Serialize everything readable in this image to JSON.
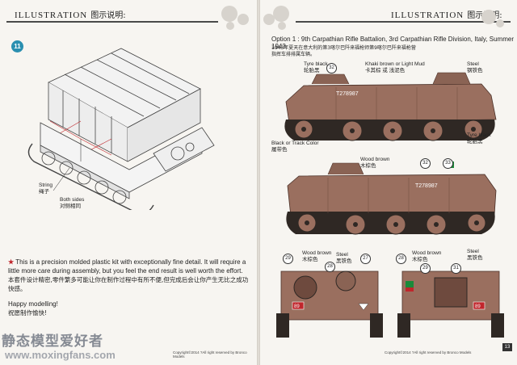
{
  "left_page": {
    "header": {
      "title": "ILLUSTRATION",
      "title_cn": "图示说明:"
    },
    "step_number": "11",
    "callouts": {
      "string": "String",
      "string_cn": "绳子",
      "both_sides": "Both sides",
      "both_sides_cn": "对侧相同"
    },
    "notes": {
      "line1": "This is a precision molded plastic kit with exceptionally fine detail. It will require a little more care during assembly, but you feel the end result is well worth the effort.",
      "line2": "本套件设计精密,零件繁多可能让你在制作过程中有所不便,但完成后会让你产生无比之成功快感。",
      "line3": "Happy modelling!",
      "line4": "祝愿制作愉快!"
    },
    "copyright": "Copyright©2014  ?All right reserved by Bronco Models"
  },
  "right_page": {
    "header": {
      "title": "ILLUSTRATION",
      "title_cn": "图示说明:"
    },
    "option_title": "Option 1 : 9th Carpathian Rifle Battalion, 3rd Carpathian Rifle Division, Italy, Summer 1943.",
    "option_cn_1": "1943年夏天在意大利的第3喀尔巴阡来福枪师第9喀尔巴阡来福枪营",
    "option_cn_2": "指挥车排排属车辆。",
    "vehicle_number": "T278987",
    "callouts": {
      "tyre_black": "Tyre black",
      "tyre_black_cn": "轮胎黑",
      "khaki": "Khaki brown or Light Mud",
      "khaki_cn": "卡其棕 或 浅泥色",
      "steel": "Steel",
      "steel_cn": "钢铁色",
      "tyre_black_2": "Tyre black",
      "tyre_black_2_cn": "轮胎黑",
      "track_color": "Black or Track Color",
      "track_color_cn": "履带色",
      "wood_brown": "Wood brown",
      "wood_brown_cn": "木棕色",
      "wood_brown_a": "Wood brown",
      "wood_brown_a_cn": "木棕色",
      "steel_a": "Steel",
      "steel_a_cn": "黑铁色",
      "wood_brown_b": "Wood brown",
      "wood_brown_b_cn": "木棕色",
      "steel_b": "Steel",
      "steel_b_cn": "黑铁色"
    },
    "decal_numbers": [
      "32",
      "32",
      "33",
      "29",
      "28",
      "27",
      "28",
      "29",
      "31"
    ],
    "rear_plate": "89",
    "copyright": "Copyright©2014  ?All right reserved by Bronco Models",
    "page_num": "13"
  },
  "watermark": {
    "cn": "静态模型爱好者",
    "url": "www.moxingfans.com"
  },
  "colors": {
    "hull": "#9a6f5f",
    "hull_dark": "#6e4a3e",
    "track": "#2f2824",
    "badge": "#2a8fb0",
    "accent_red": "#c0262c"
  }
}
